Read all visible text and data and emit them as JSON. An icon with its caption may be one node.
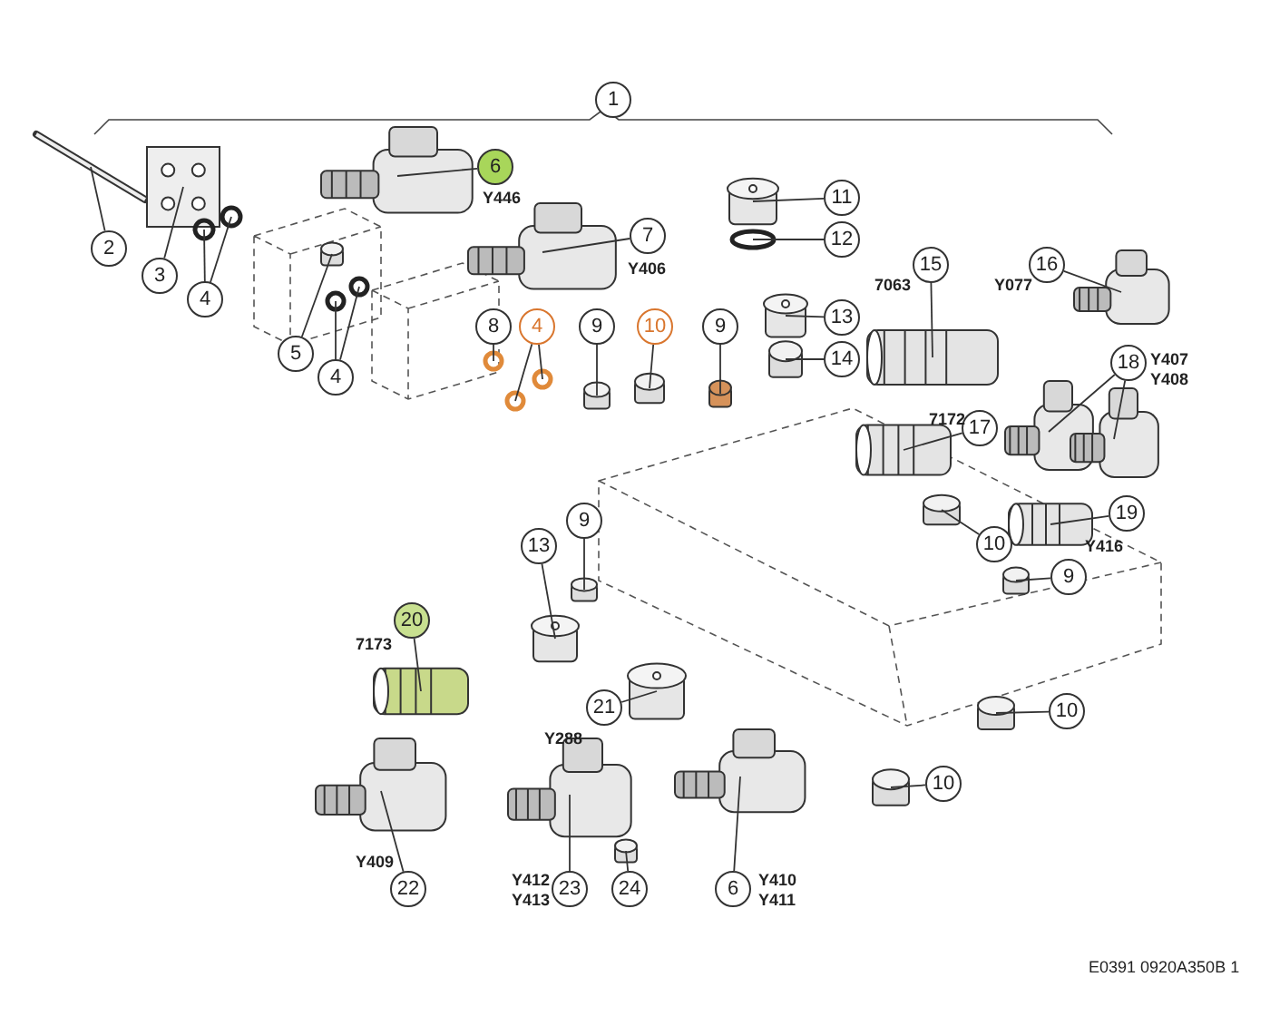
{
  "diagram": {
    "nodes": [
      {
        "text": [
          "2"
        ]
      },
      {
        "text": [],
        "shape": "picture"
      },
      {
        "text": [
          "3"
        ]
      },
      {
        "text": [],
        "shape": "picture"
      },
      {
        "text": [
          "4"
        ]
      },
      {
        "text": [],
        "shape": "circle"
      },
      {
        "text": [],
        "shape": "circle"
      },
      {
        "text": [
          "6"
        ],
        "beside": [
          "Y446"
        ]
      },
      {
        "text": [],
        "shape": "picture"
      },
      {
        "text": [
          "7"
        ],
        "beside": [
          "Y406"
        ]
      },
      {
        "text": [],
        "shape": "picture"
      },
      {
        "text": [
          "5"
        ]
      },
      {
        "text": [],
        "shape": "cylinder"
      },
      {
        "text": [
          "4"
        ]
      },
      {
        "text": [],
        "shape": "circle"
      },
      {
        "text": [],
        "shape": "circle"
      },
      {
        "text": [
          "8"
        ]
      },
      {
        "text": [],
        "shape": "circle"
      },
      {
        "text": [
          "4"
        ]
      },
      {
        "text": [],
        "shape": "circle"
      },
      {
        "text": [],
        "shape": "circle"
      },
      {
        "text": [
          "9"
        ]
      },
      {
        "text": [],
        "shape": "cylinder"
      },
      {
        "text": [
          "10"
        ]
      },
      {
        "text": [],
        "shape": "cylinder"
      },
      {
        "text": [
          "9"
        ]
      },
      {
        "text": [],
        "shape": "cylinder"
      },
      {
        "text": [
          "11"
        ]
      },
      {
        "text": [],
        "shape": "cylinder"
      },
      {
        "text": [
          "12"
        ]
      },
      {
        "text": [],
        "shape": "circle"
      },
      {
        "text": [
          "13"
        ]
      },
      {
        "text": [],
        "shape": "cylinder"
      },
      {
        "text": [
          "14"
        ]
      },
      {
        "text": [],
        "shape": "cylinder"
      },
      {
        "text": [
          "15"
        ],
        "beside": [
          "7063"
        ]
      },
      {
        "text": [],
        "shape": "picture"
      },
      {
        "text": [
          "16"
        ],
        "beside": [
          "Y077"
        ]
      },
      {
        "text": [],
        "shape": "picture"
      },
      {
        "text": [
          "17"
        ],
        "beside": [
          "7172"
        ]
      },
      {
        "text": [],
        "shape": "picture"
      },
      {
        "text": [
          "18"
        ],
        "beside": [
          "Y407",
          "Y408"
        ]
      },
      {
        "text": [],
        "shape": "picture"
      },
      {
        "text": [],
        "shape": "picture"
      },
      {
        "text": [
          "10"
        ]
      },
      {
        "text": [],
        "shape": "cylinder"
      },
      {
        "text": [
          "19"
        ],
        "beside": [
          "Y416"
        ]
      },
      {
        "text": [],
        "shape": "picture"
      },
      {
        "text": [
          "9"
        ]
      },
      {
        "text": [],
        "shape": "cylinder"
      },
      {
        "text": [
          "9"
        ]
      },
      {
        "text": [],
        "shape": "cylinder"
      },
      {
        "text": [
          "13"
        ]
      },
      {
        "text": [],
        "shape": "cylinder"
      },
      {
        "text": [
          "20"
        ],
        "beside": [
          "7173"
        ]
      },
      {
        "text": [],
        "shape": "picture"
      },
      {
        "text": [
          "21"
        ],
        "beside": [
          "Y288"
        ]
      },
      {
        "text": [],
        "shape": "cylinder"
      },
      {
        "text": [
          "10"
        ]
      },
      {
        "text": [],
        "shape": "cylinder"
      },
      {
        "text": [
          "10"
        ]
      },
      {
        "text": [],
        "shape": "cylinder"
      },
      {
        "text": [
          "22"
        ],
        "beside": [
          "Y409"
        ]
      },
      {
        "text": [],
        "shape": "picture"
      },
      {
        "text": [
          "23"
        ],
        "beside": [
          "Y412",
          "Y413"
        ]
      },
      {
        "text": [],
        "shape": "picture"
      },
      {
        "text": [
          "24"
        ]
      },
      {
        "text": [],
        "shape": "cylinder"
      },
      {
        "text": [
          "6"
        ],
        "beside": [
          "Y410",
          "Y411"
        ]
      },
      {
        "text": [],
        "shape": "picture"
      },
      {
        "text": [
          "1"
        ]
      }
    ],
    "edges": [
      {
        "from": 0,
        "to": 1,
        "arrow": "none"
      },
      {
        "from": 2,
        "to": 3,
        "arrow": "none"
      },
      {
        "from": 4,
        "to": 5,
        "arrow": "none"
      },
      {
        "from": 4,
        "to": 6,
        "arrow": "none"
      },
      {
        "from": 7,
        "to": 8,
        "arrow": "none"
      },
      {
        "from": 9,
        "to": 10,
        "arrow": "none"
      },
      {
        "from": 11,
        "to": 12,
        "arrow": "none"
      },
      {
        "from": 13,
        "to": 14,
        "arrow": "none"
      },
      {
        "from": 13,
        "to": 15,
        "arrow": "none"
      },
      {
        "from": 16,
        "to": 17,
        "arrow": "none"
      },
      {
        "from": 18,
        "to": 19,
        "arrow": "none"
      },
      {
        "from": 18,
        "to": 20,
        "arrow": "none"
      },
      {
        "from": 21,
        "to": 22,
        "arrow": "none"
      },
      {
        "from": 23,
        "to": 24,
        "arrow": "none"
      },
      {
        "from": 25,
        "to": 26,
        "arrow": "none"
      },
      {
        "from": 27,
        "to": 28,
        "arrow": "none"
      },
      {
        "from": 29,
        "to": 30,
        "arrow": "none"
      },
      {
        "from": 31,
        "to": 32,
        "arrow": "none"
      },
      {
        "from": 33,
        "to": 34,
        "arrow": "none"
      },
      {
        "from": 35,
        "to": 36,
        "arrow": "none"
      },
      {
        "from": 37,
        "to": 38,
        "arrow": "none"
      },
      {
        "from": 39,
        "to": 40,
        "arrow": "none"
      },
      {
        "from": 41,
        "to": 42,
        "arrow": "none"
      },
      {
        "from": 41,
        "to": 43,
        "arrow": "none"
      },
      {
        "from": 44,
        "to": 45,
        "arrow": "none"
      },
      {
        "from": 46,
        "to": 47,
        "arrow": "none"
      },
      {
        "from": 48,
        "to": 49,
        "arrow": "none"
      },
      {
        "from": 50,
        "to": 51,
        "arrow": "none"
      },
      {
        "from": 52,
        "to": 53,
        "arrow": "none"
      },
      {
        "from": 54,
        "to": 55,
        "arrow": "none"
      },
      {
        "from": 56,
        "to": 57,
        "arrow": "none"
      },
      {
        "from": 58,
        "to": 59,
        "arrow": "none"
      },
      {
        "from": 60,
        "to": 61,
        "arrow": "none"
      },
      {
        "from": 62,
        "to": 63,
        "arrow": "none"
      },
      {
        "from": 64,
        "to": 65,
        "arrow": "none"
      },
      {
        "from": 66,
        "to": 67,
        "arrow": "none"
      },
      {
        "from": 68,
        "to": 69,
        "arrow": "none"
      }
    ],
    "labels": [
      "E0391 0920A350B 1"
    ]
  }
}
